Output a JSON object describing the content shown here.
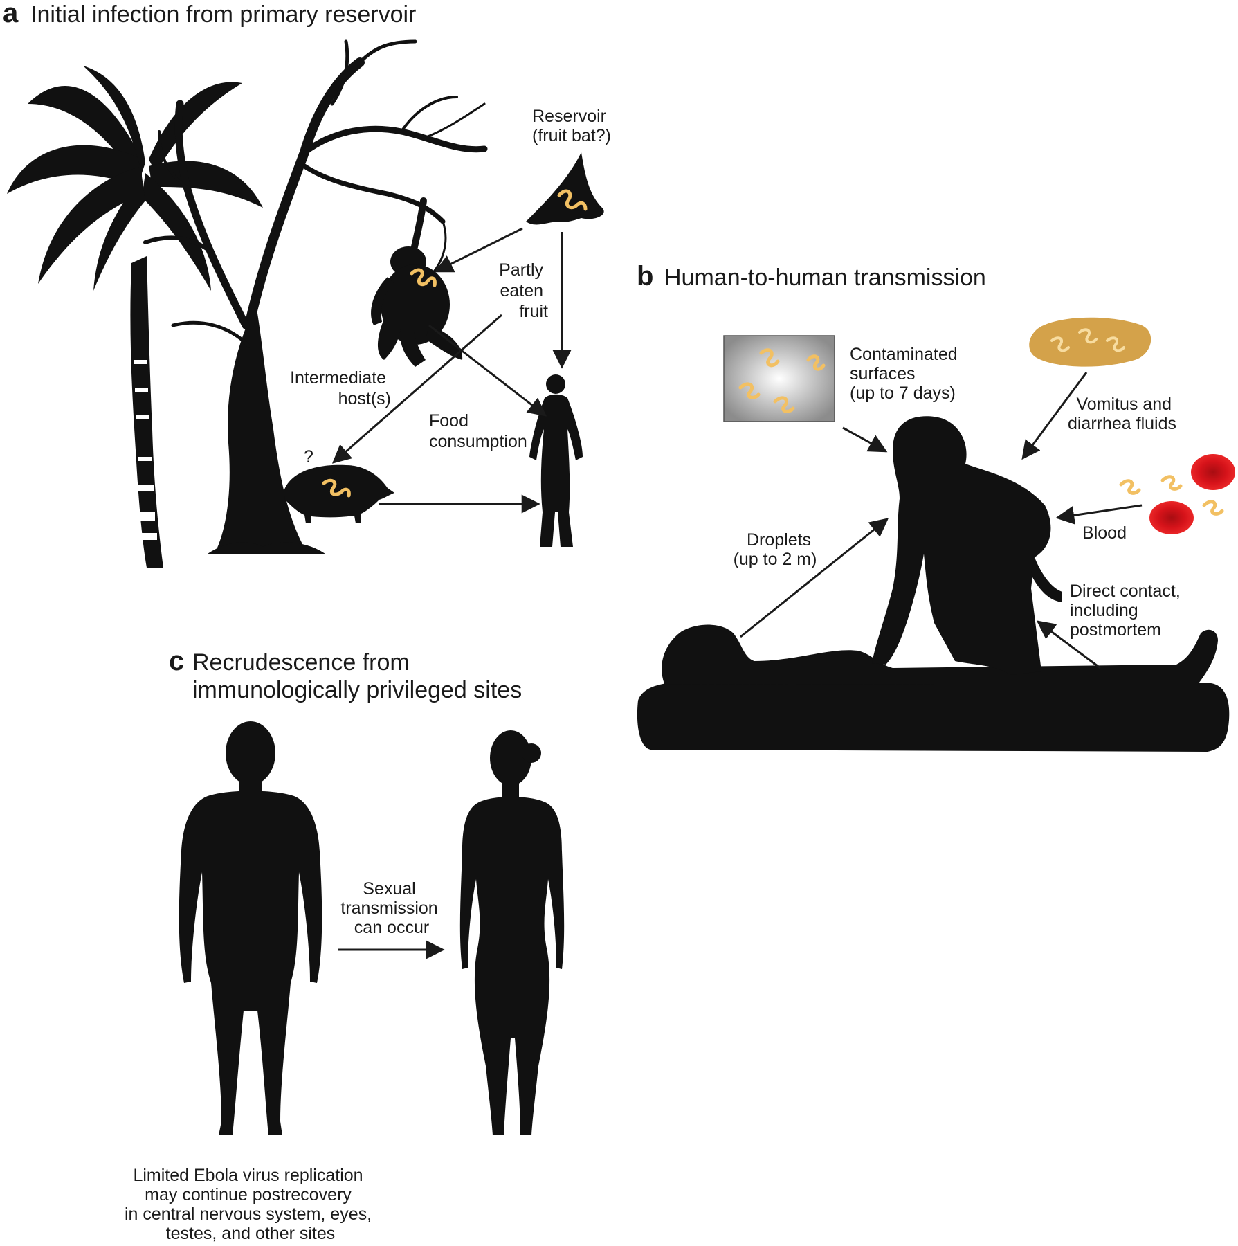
{
  "colors": {
    "silhouette": "#111111",
    "virus": "#f2c063",
    "virus_outline": "#c98a1e",
    "blood": "#d6131a",
    "vomit": "#d4a24a",
    "surface": "#a9a9a9",
    "text": "#1a1a1a"
  },
  "panel_a": {
    "letter": "a",
    "title": "Initial infection from primary reservoir",
    "reservoir": [
      "Reservoir",
      "(fruit bat?)"
    ],
    "fruit": [
      "Partly",
      "eaten",
      "fruit"
    ],
    "intermediate": [
      "Intermediate",
      "host(s)"
    ],
    "food": [
      "Food",
      "consumption"
    ],
    "question": "?"
  },
  "panel_b": {
    "letter": "b",
    "title": "Human-to-human transmission",
    "surfaces": [
      "Contaminated",
      "surfaces",
      "(up to 7 days)"
    ],
    "vomitus": [
      "Vomitus and",
      "diarrhea fluids"
    ],
    "blood": "Blood",
    "droplets": [
      "Droplets",
      "(up to 2 m)"
    ],
    "contact": [
      "Direct contact,",
      "including",
      "postmortem"
    ]
  },
  "panel_c": {
    "letter": "c",
    "title": [
      "Recrudescence from",
      "immunologically privileged sites"
    ],
    "sexual": [
      "Sexual",
      "transmission",
      "can occur"
    ],
    "note": [
      "Limited Ebola virus replication",
      "may continue postrecovery",
      "in central nervous system, eyes,",
      "testes, and other sites"
    ]
  }
}
